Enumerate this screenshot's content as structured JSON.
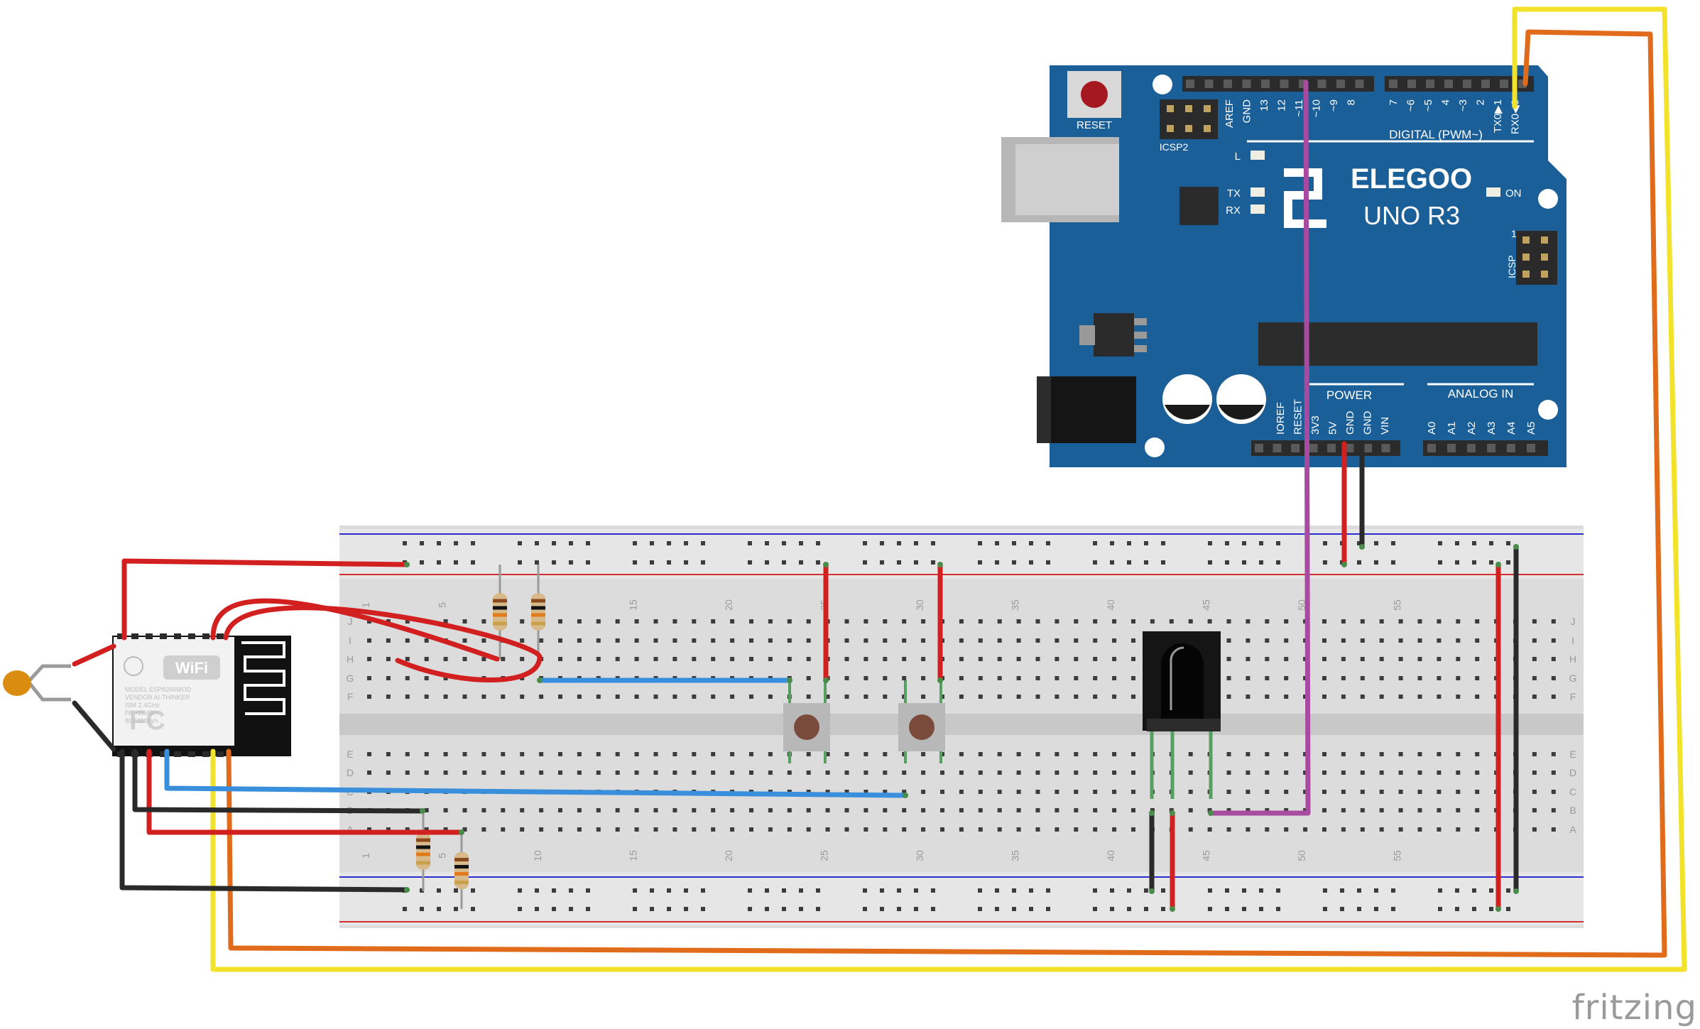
{
  "watermark": "fritzing",
  "arduino": {
    "brand": "ELEGOO",
    "model": "UNO R3",
    "reset": "RESET",
    "icsp2": "ICSP2",
    "icsp": "ICSP",
    "icsp_pin": "1",
    "led_l": "L",
    "led_tx": "TX",
    "led_rx": "RX",
    "led_on": "ON",
    "digital": "DIGITAL (PWM~)",
    "power": "POWER",
    "analog": "ANALOG IN",
    "top_pins_a": [
      "AREF",
      "GND",
      "13",
      "12",
      "~11",
      "~10",
      "~9",
      "8"
    ],
    "top_pins_b": [
      "7",
      "~6",
      "~5",
      "4",
      "~3",
      "2",
      "TX0▶1",
      "RX0◀0"
    ],
    "bottom_power_pins": [
      "IOREF",
      "RESET",
      "3V3",
      "5V",
      "GND",
      "GND",
      "VIN"
    ],
    "bottom_analog_pins": [
      "A0",
      "A1",
      "A2",
      "A3",
      "A4",
      "A5"
    ]
  },
  "breadboard": {
    "col_numbers": [
      "1",
      "5",
      "10",
      "15",
      "20",
      "25",
      "30",
      "35",
      "40",
      "45",
      "50",
      "55"
    ],
    "row_letters_top": [
      "J",
      "I",
      "H",
      "G",
      "F"
    ],
    "row_letters_bottom": [
      "E",
      "D",
      "C",
      "B",
      "A"
    ]
  },
  "esp": {
    "wifi": "WiFi",
    "lines": [
      "MODEL   ESP8266MOD",
      "VENDOR  AI-THINKER",
      "ISM  2.4GHz",
      "PA  +25dBm",
      "802.11b/g/n"
    ],
    "fc": "FC"
  },
  "colors": {
    "board": "#1a5f9a",
    "red_wire": "#d21f1f",
    "black_wire": "#2a2a2a",
    "blue_wire": "#3a8fdc",
    "yellow_wire": "#f4e62a",
    "orange_wire": "#e06b1a",
    "purple_wire": "#a74aa0",
    "breadboard": "#d9d9d9"
  }
}
